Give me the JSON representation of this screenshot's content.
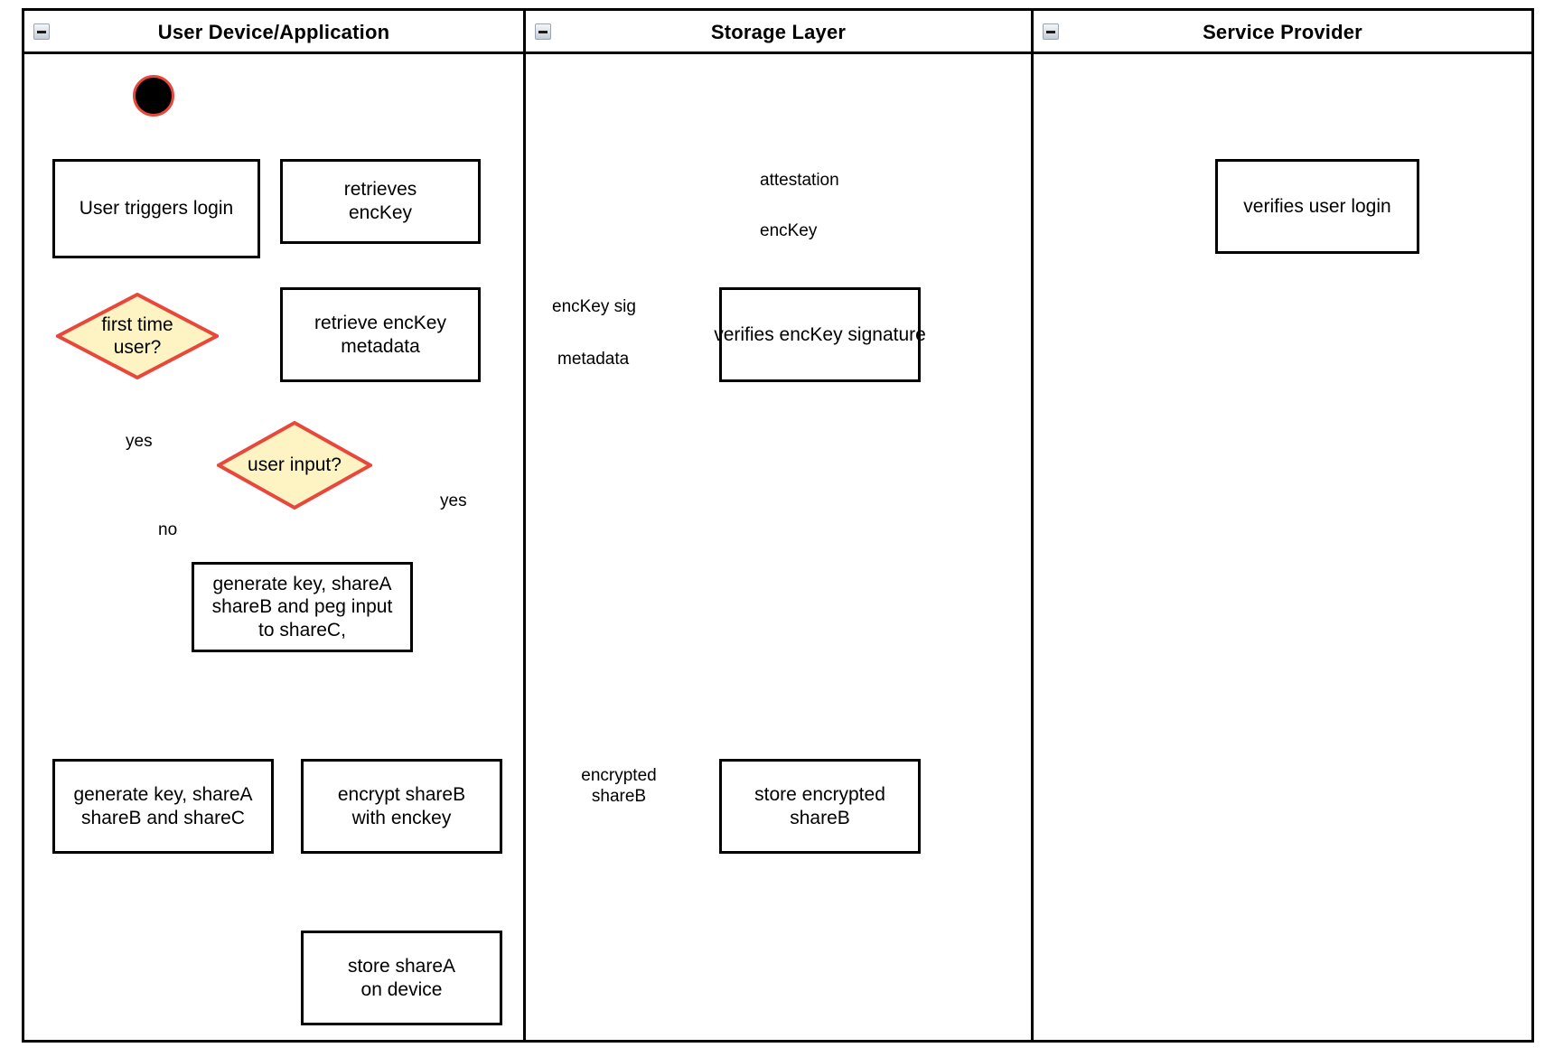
{
  "diagram": {
    "title": "Login / key-share provisioning activity diagram",
    "type": "uml-activity-swimlane",
    "colors": {
      "edge": "#a8544c",
      "node_border": "#000000",
      "node_fill": "#ffffff",
      "decision_fill": "#fdf3c3",
      "decision_border": "#e8483c",
      "start_fill": "#000000",
      "start_border": "#e8483c",
      "lane_border": "#000000",
      "text": "#000000"
    }
  },
  "lanes": [
    {
      "id": "lane-user-device",
      "title": "User Device/Application",
      "collapse_icon": "minus-box-icon"
    },
    {
      "id": "lane-storage",
      "title": "Storage Layer",
      "collapse_icon": "minus-box-icon"
    },
    {
      "id": "lane-service-provider",
      "title": "Service Provider",
      "collapse_icon": "minus-box-icon"
    }
  ],
  "nodes": {
    "start": {
      "name": "start-node",
      "label": ""
    },
    "user_triggers_login": {
      "label": "User triggers login"
    },
    "retrieves_enckey": {
      "label": "retrieves\nencKey"
    },
    "retrieve_enckey_metadata": {
      "label": "retrieve encKey\nmetadata"
    },
    "first_time_user": {
      "label": "first time\nuser?"
    },
    "user_input": {
      "label": "user input?"
    },
    "generate_peg": {
      "label": "generate key, shareA\nshareB and peg input\nto shareC,"
    },
    "generate_shares": {
      "label": "generate key, shareA\nshareB and shareC"
    },
    "encrypt_shareb": {
      "label": "encrypt shareB\nwith enckey"
    },
    "store_sharea": {
      "label": "store shareA\non device"
    },
    "verifies_signature": {
      "label": "verifies encKey signature"
    },
    "store_encrypted_shareb": {
      "label": "store encrypted\nshareB"
    },
    "verifies_user_login": {
      "label": "verifies user login"
    }
  },
  "edge_labels": {
    "attestation": "attestation",
    "enckey": "encKey",
    "enckey_sig": "encKey sig",
    "metadata": "metadata",
    "yes_first_time": "yes",
    "yes_user_input": "yes",
    "no_user_input": "no",
    "encrypted_shareb": "encrypted\nshareB"
  }
}
